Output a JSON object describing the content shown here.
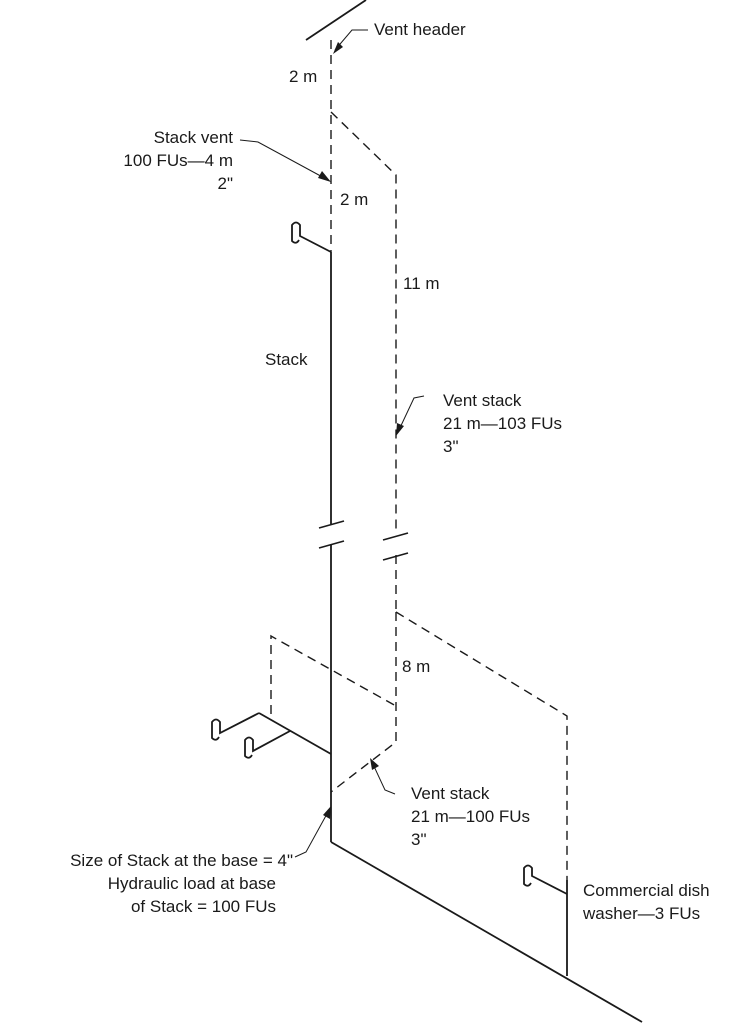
{
  "labels": {
    "vent_header": "Vent header",
    "dim_header_2m": "2 m",
    "stack_vent": [
      "Stack vent",
      "100 FUs—4 m",
      "2\""
    ],
    "dim_stack_vent_2m": "2 m",
    "dim_11m": "11 m",
    "stack": "Stack",
    "vent_stack_upper": [
      "Vent stack",
      "21 m—103 FUs",
      "3\""
    ],
    "dim_8m": "8 m",
    "vent_stack_lower": [
      "Vent stack",
      "21 m—100 FUs",
      "3\""
    ],
    "stack_base": [
      "Size of  Stack  at the base = 4\"",
      "Hydraulic load at base",
      "of  Stack  = 100 FUs"
    ],
    "dishwasher": [
      "Commercial dish",
      "washer—3 FUs"
    ]
  }
}
